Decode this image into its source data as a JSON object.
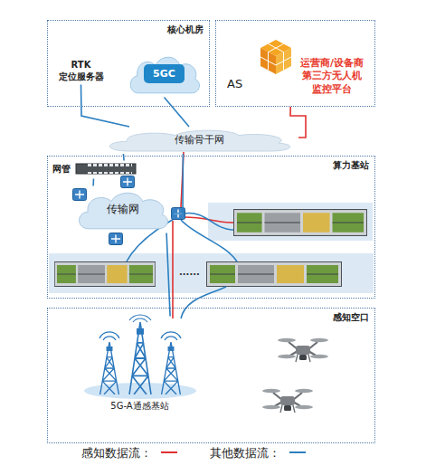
{
  "diagram": {
    "nodes": [
      {
        "text": [
          "核心机房"
        ]
      },
      {
        "text": [
          "RTK 定位服务器"
        ],
        "in": 0
      },
      {
        "text": [
          "5GC"
        ],
        "in": 0
      },
      {
        "text": [
          "AS",
          "运营商/设备商 第三方无人机 监控平台"
        ]
      },
      {
        "text": [
          "传输骨干网"
        ]
      },
      {
        "text": [
          "算力基站"
        ]
      },
      {
        "text": [
          "网管"
        ],
        "in": 5
      },
      {
        "text": [
          "传输网"
        ],
        "in": 5
      },
      {
        "text": [
          "感知空口"
        ]
      },
      {
        "text": [
          "5G-A通感基站"
        ],
        "in": 8
      }
    ],
    "edges": [
      {
        "from": 1,
        "to": 4,
        "arrow": "none"
      },
      {
        "from": 2,
        "to": 4,
        "arrow": "none"
      },
      {
        "from": 4,
        "to": 3,
        "arrow": "none"
      },
      {
        "from": 4,
        "to": 6,
        "arrow": "none"
      },
      {
        "from": 6,
        "to": 7,
        "arrow": "none"
      },
      {
        "from": 4,
        "to": 7,
        "arrow": "none"
      },
      {
        "from": 9,
        "to": 7,
        "arrow": "none"
      }
    ],
    "labels": [
      "......"
    ],
    "legend": [
      {
        "text": "感知数据流："
      },
      {
        "text": "其他数据流："
      }
    ]
  }
}
